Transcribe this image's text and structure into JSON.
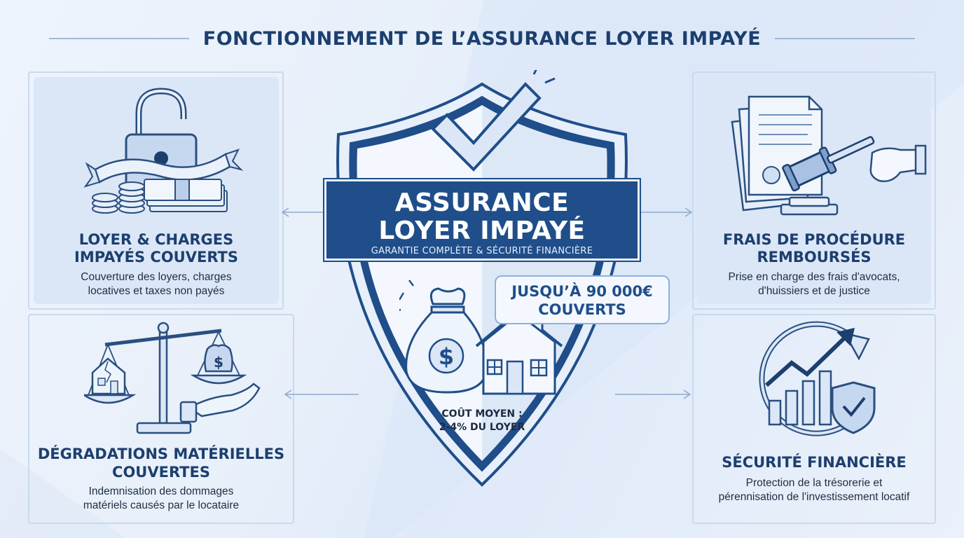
{
  "title": "FONCTIONNEMENT DE L’ASSURANCE LOYER IMPAYÉ",
  "center": {
    "banner_line1": "ASSURANCE",
    "banner_line2": "LOYER IMPAYÉ",
    "banner_subtitle": "GARANTIE COMPLÈTE & SÉCURITÉ FINANCIÈRE",
    "callout_line1": "JUSQU’À 90 000€",
    "callout_line2": "COUVERTS",
    "cost_line1": "COÛT MOYEN :",
    "cost_line2": "2-4% DU LOYER",
    "icons": [
      "shield-icon",
      "checkmark-icon",
      "money-bag-icon",
      "house-icon"
    ]
  },
  "cards": {
    "top_left": {
      "title_line1": "LOYER & CHARGES",
      "title_line2": "IMPAYÉS COUVERTS",
      "desc_line1": "Couverture des loyers, charges",
      "desc_line2": "locatives et taxes non payés",
      "icon": "padlock-money-icon"
    },
    "top_right": {
      "title_line1": "FRAIS DE PROCÉDURE",
      "title_line2": "REMBOURSÉS",
      "desc_line1": "Prise en charge des frais d'avocats,",
      "desc_line2": "d'huissiers et de justice",
      "icon": "gavel-documents-icon"
    },
    "bottom_left": {
      "title_line1": "DÉGRADATIONS MATÉRIELLES",
      "title_line2": "COUVERTES",
      "desc_line1": "Indemnisation des dommages",
      "desc_line2": "matériels causés par le locataire",
      "icon": "balance-scale-icon"
    },
    "bottom_right": {
      "title_line1": "SÉCURITÉ FINANCIÈRE",
      "desc_line1": "Protection de la trésorerie et",
      "desc_line2": "pérennisation de l'investissement locatif",
      "icon": "growth-chart-shield-icon"
    }
  },
  "colors": {
    "navy": "#1c3f6e",
    "banner_blue": "#1f4e8a",
    "card_bg": "#dbe7f7",
    "line_blue": "#9fb8d9"
  }
}
